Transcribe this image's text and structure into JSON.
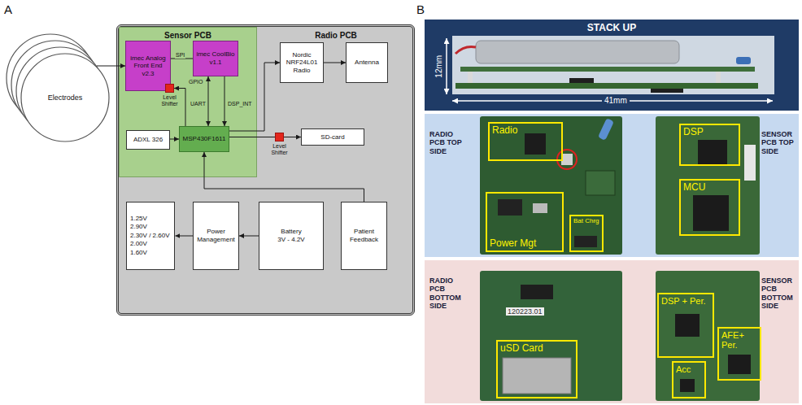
{
  "diagram": {
    "nodes": [
      {
        "text": [
          "Electrodes"
        ]
      },
      {
        "text": [
          "Radio PCB"
        ]
      },
      {
        "text": [
          "Sensor PCB"
        ],
        "in": 1
      },
      {
        "text": [
          "imec Analog Front End v2.3"
        ],
        "in": 2
      },
      {
        "text": [
          "imec CoolBio v1.1"
        ],
        "in": 2
      },
      {
        "text": [
          "Level Shifter"
        ],
        "in": 2
      },
      {
        "text": [
          "ADXL 326"
        ],
        "in": 2
      },
      {
        "text": [
          "MSP430F1611"
        ],
        "in": 2
      },
      {
        "text": [
          "Nordic NRF24L01 Radio"
        ],
        "in": 1
      },
      {
        "text": [
          "Antenna"
        ],
        "in": 1
      },
      {
        "text": [
          "Level Shifter"
        ],
        "in": 1
      },
      {
        "text": [
          "SD-card"
        ],
        "in": 1
      },
      {
        "text": [
          "1.25V",
          "2.90V",
          "2.30V / 2.60V",
          "2.00V",
          "1.60V"
        ],
        "in": 1
      },
      {
        "text": [
          "Power Management"
        ],
        "in": 1
      },
      {
        "text": [
          "Battery",
          "3V - 4.2V"
        ],
        "in": 1
      },
      {
        "text": [
          "Patient Feedback"
        ],
        "in": 1
      },
      {
        "text": [
          "STACK UP"
        ]
      },
      {
        "text": [
          "RADIO PCB TOP SIDE",
          "SENSOR PCB TOP SIDE"
        ]
      },
      {
        "text": [
          "Radio"
        ],
        "in": 17
      },
      {
        "text": [
          "Power Mgt"
        ],
        "in": 17
      },
      {
        "text": [
          "Bat Chrg"
        ],
        "in": 17
      },
      {
        "text": [
          "DSP"
        ],
        "in": 17
      },
      {
        "text": [
          "MCU"
        ],
        "in": 17
      },
      {
        "text": [
          "RADIO PCB BOTTOM SIDE",
          "SENSOR PCB BOTTOM SIDE"
        ]
      },
      {
        "text": [
          "uSD Card"
        ],
        "in": 23
      },
      {
        "text": [
          "DSP + Per."
        ],
        "in": 23
      },
      {
        "text": [
          "AFE+ Per."
        ],
        "in": 23
      },
      {
        "text": [
          "Acc"
        ],
        "in": 23
      }
    ],
    "edges": [
      {
        "from": 0,
        "to": 3,
        "arrow": "to"
      },
      {
        "from": 3,
        "to": 4,
        "label": "SPI",
        "arrow": "none"
      },
      {
        "from": 7,
        "to": 5,
        "label": "GPIO",
        "arrow": "to"
      },
      {
        "from": 4,
        "to": 7,
        "label": "UART",
        "arrow": "both"
      },
      {
        "from": 4,
        "to": 7,
        "label": "DSP_INT",
        "arrow": "to"
      },
      {
        "from": 6,
        "to": 7,
        "arrow": "to"
      },
      {
        "from": 7,
        "to": 8,
        "arrow": "to"
      },
      {
        "from": 8,
        "to": 9,
        "arrow": "to"
      },
      {
        "from": 7,
        "to": 10,
        "arrow": "none"
      },
      {
        "from": 10,
        "to": 11,
        "arrow": "to"
      },
      {
        "from": 13,
        "to": 12,
        "arrow": "to"
      },
      {
        "from": 14,
        "to": 13,
        "arrow": "to"
      },
      {
        "from": 15,
        "to": 7,
        "arrow": "to"
      }
    ],
    "labels": [
      "A",
      "B",
      "12mm",
      "41mm",
      "120223.01"
    ]
  }
}
